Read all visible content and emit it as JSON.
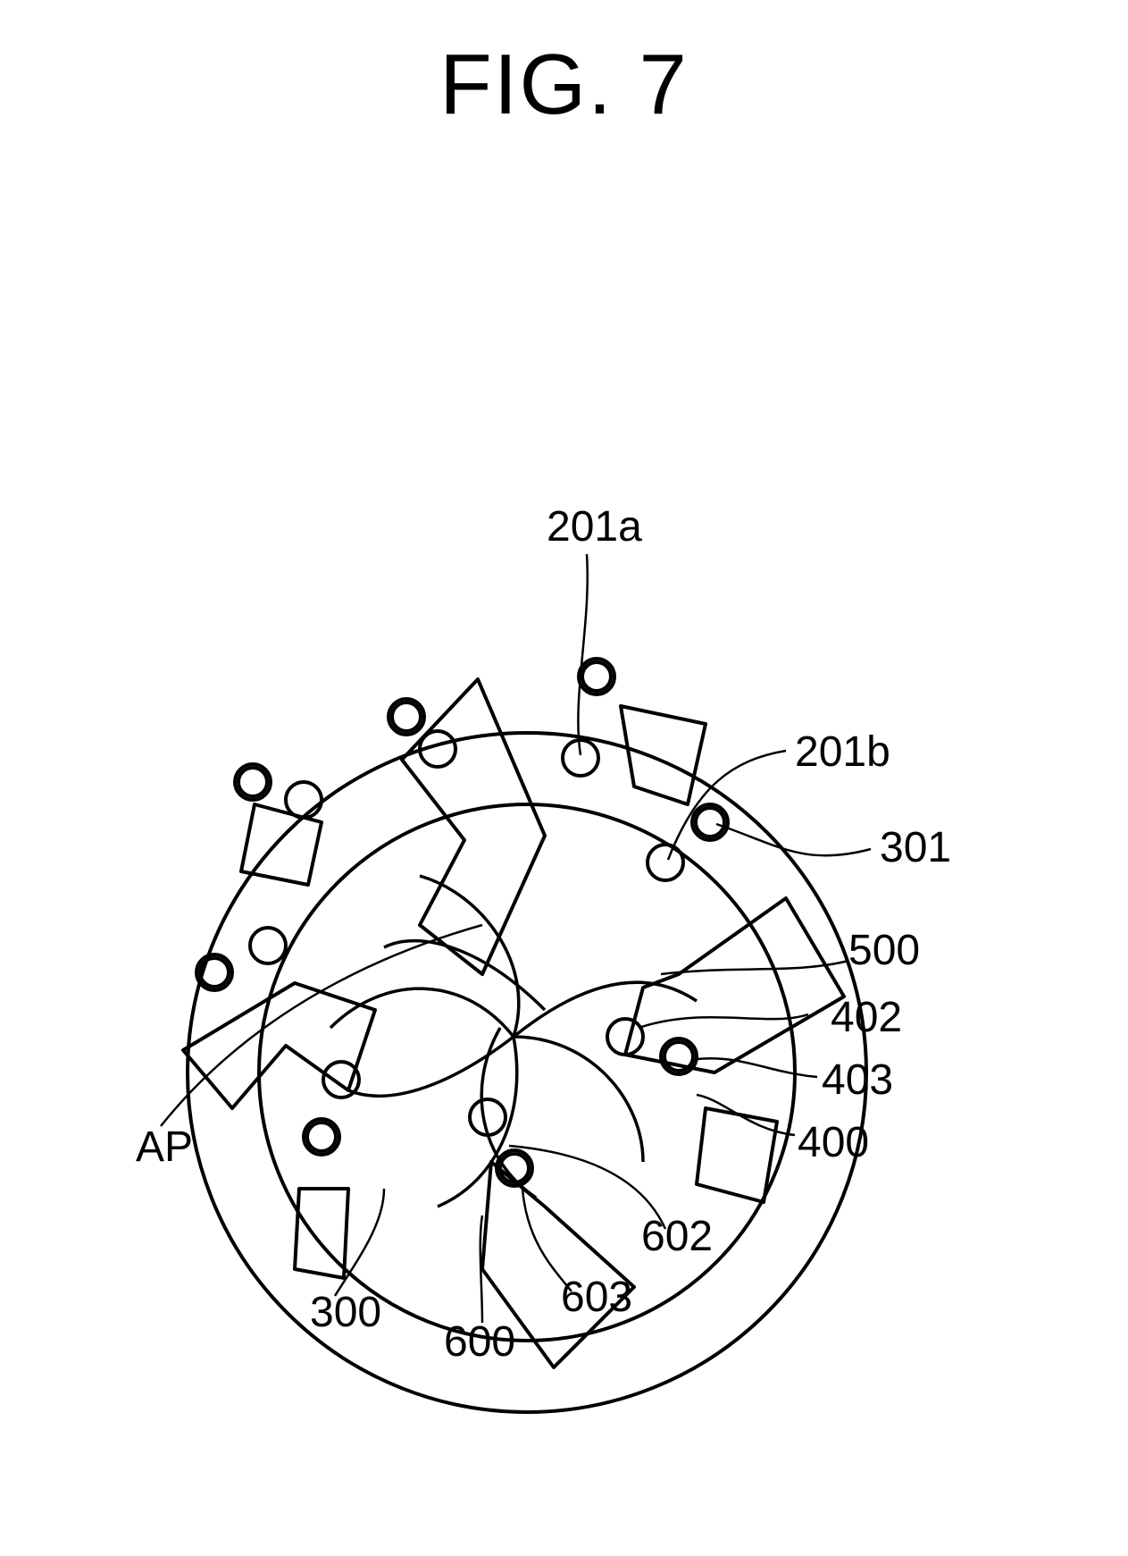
{
  "figure": {
    "title": "FIG. 7",
    "line_color": "#000000",
    "background": "#ffffff"
  },
  "labels": {
    "l201a": "201a",
    "l201b": "201b",
    "l301": "301",
    "l500": "500",
    "l402": "402",
    "l403": "403",
    "l400": "400",
    "lAP": "AP",
    "l300": "300",
    "l600": "600",
    "l603": "603",
    "l602": "602"
  }
}
